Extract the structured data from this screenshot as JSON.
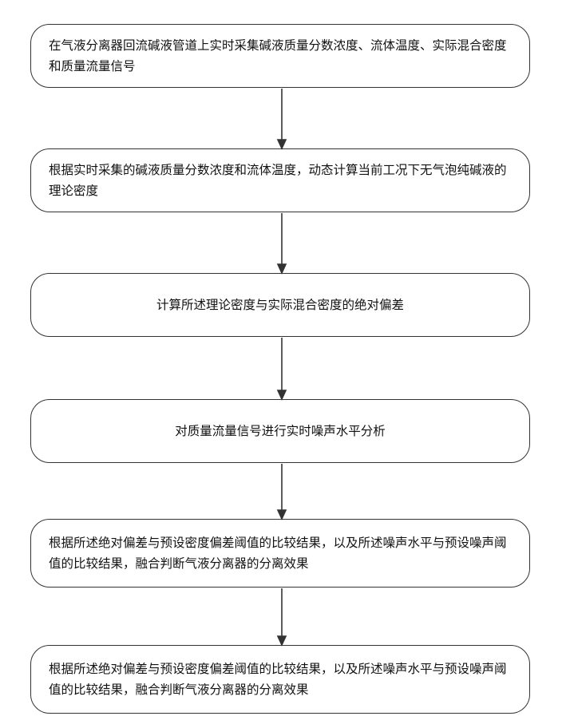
{
  "steps": [
    {
      "text": "在气液分离器回流碱液管道上实时采集碱液质量分数浓度、流体温度、实际混合密度和质量流量信号"
    },
    {
      "text": "根据实时采集的碱液质量分数浓度和流体温度，动态计算当前工况下无气泡纯碱液的理论密度"
    },
    {
      "text": "计算所述理论密度与实际混合密度的绝对偏差"
    },
    {
      "text": "对质量流量信号进行实时噪声水平分析"
    },
    {
      "text": "根据所述绝对偏差与预设密度偏差阈值的比较结果，以及所述噪声水平与预设噪声阈值的比较结果，融合判断气液分离器的分离效果"
    },
    {
      "text": "根据所述绝对偏差与预设密度偏差阈值的比较结果，以及所述噪声水平与预设噪声阈值的比较结果，融合判断气液分离器的分离效果"
    }
  ],
  "colors": {
    "stroke": "#333333",
    "text": "#111111",
    "background": "#ffffff"
  }
}
